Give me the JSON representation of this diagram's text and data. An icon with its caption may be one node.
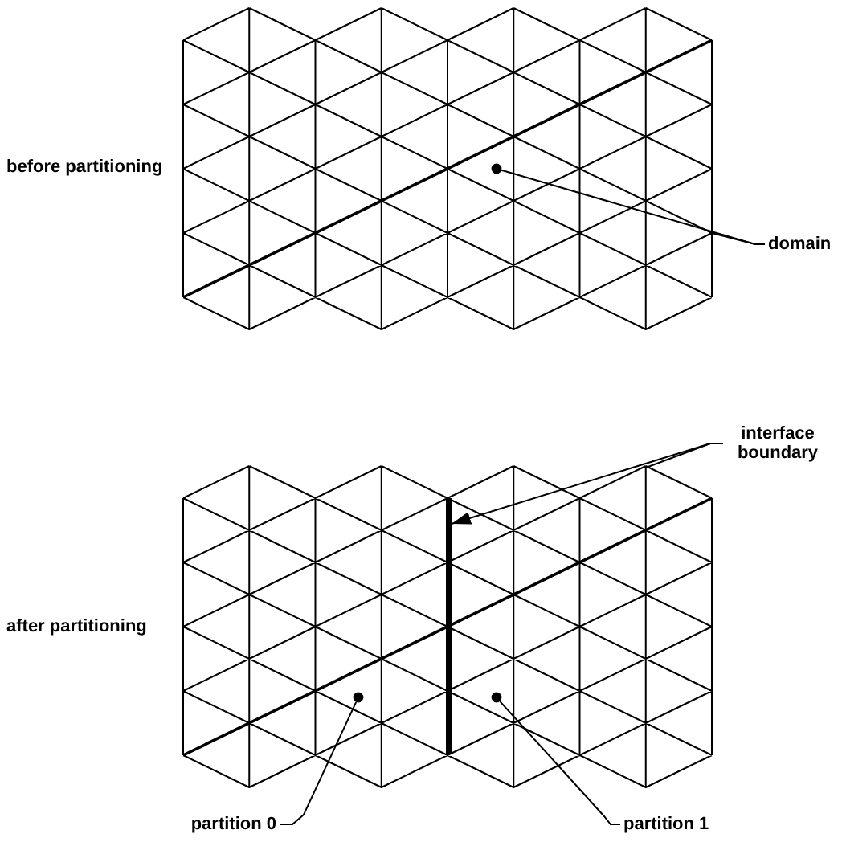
{
  "diagram": {
    "nodes": [
      {
        "text": [
          "domain"
        ]
      },
      {
        "text": [],
        "shape": "circle"
      },
      {
        "text": [
          "interface boundary"
        ]
      },
      {
        "text": [],
        "shape": "bar"
      },
      {
        "text": [
          "partition 0"
        ]
      },
      {
        "text": [],
        "shape": "circle"
      },
      {
        "text": [
          "partition 1"
        ]
      },
      {
        "text": [],
        "shape": "circle"
      }
    ],
    "edges": [
      {
        "from": 0,
        "to": 1,
        "arrow": "none"
      },
      {
        "from": 0,
        "to": null,
        "arrow": "none"
      },
      {
        "from": 2,
        "to": 3,
        "arrow": "to"
      },
      {
        "from": 2,
        "to": null,
        "arrow": "none"
      },
      {
        "from": 4,
        "to": 5,
        "arrow": "none"
      },
      {
        "from": 6,
        "to": 7,
        "arrow": "none"
      }
    ],
    "labels": [
      "before partitioning",
      "after partitioning"
    ]
  }
}
